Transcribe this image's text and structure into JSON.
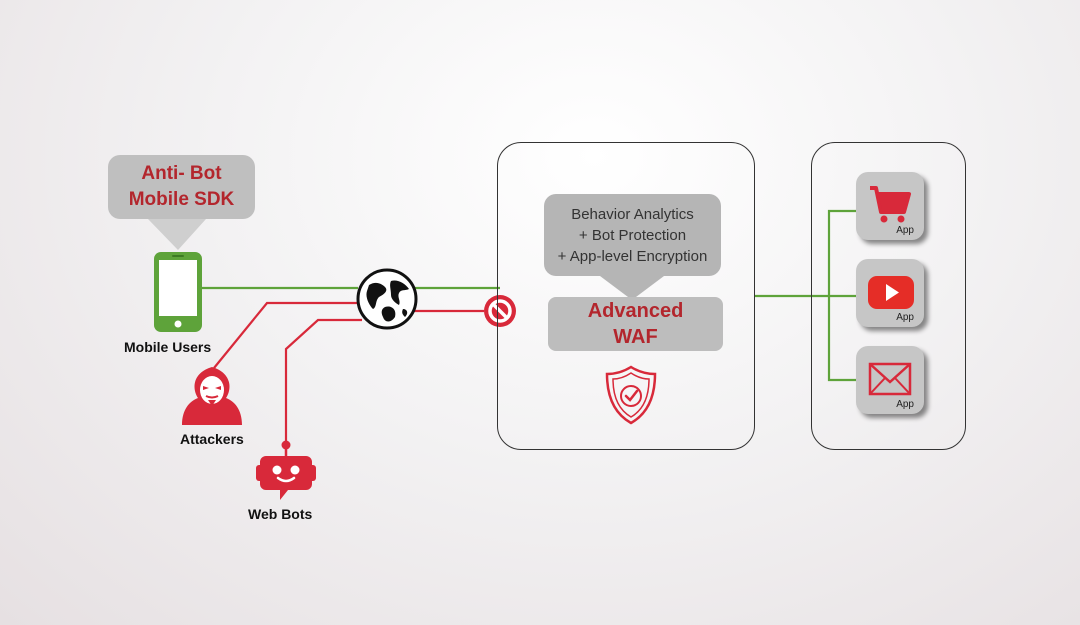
{
  "sdk_callout": {
    "line1": "Anti- Bot",
    "line2": "Mobile SDK"
  },
  "sources": {
    "mobile_users": "Mobile Users",
    "attackers": "Attackers",
    "web_bots": "Web Bots"
  },
  "waf_panel": {
    "analytics_lines": [
      "Behavior Analytics",
      "+ Bot Protection",
      "+ App-level Encryption"
    ],
    "waf_line1": "Advanced",
    "waf_line2": "WAF"
  },
  "apps": [
    {
      "icon": "shopping-cart-icon",
      "label": "App"
    },
    {
      "icon": "video-play-icon",
      "label": "App"
    },
    {
      "icon": "mail-icon",
      "label": "App"
    }
  ],
  "colors": {
    "legit_traffic": "#5ea33a",
    "malicious_traffic": "#d8293a",
    "accent_text": "#b3262d",
    "callout_gray": "#bfbfbf"
  }
}
